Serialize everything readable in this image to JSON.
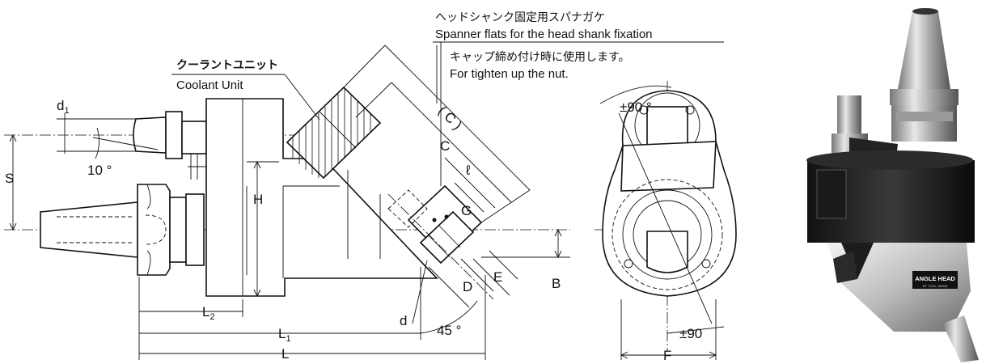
{
  "annotations": {
    "spanner_jp": "ヘッドシャンク固定用スパナガケ",
    "spanner_en": "Spanner flats for the head shank fixation",
    "cap_jp": "キャップ締め付け時に使用します。",
    "cap_en": "For tighten up the nut.",
    "coolant_jp": "クーラントユニット",
    "coolant_en": "Coolant Unit"
  },
  "dimensions": {
    "d1_main": "d",
    "d1_sub": "1",
    "angle_10": "10 °",
    "S": "S",
    "H": "H",
    "C_paren": "( C )",
    "C": "C",
    "l": "ℓ",
    "G": "G",
    "D": "D",
    "E": "E",
    "B": "B",
    "d": "d",
    "angle_45": "45 °",
    "L2_main": "L",
    "L2_sub": "2",
    "L1_main": "L",
    "L1_sub": "1",
    "L": "L",
    "rot_top": "±90 °",
    "rot_bottom": "±90",
    "F": "F"
  },
  "photo": {
    "badge_text": "ANGLE HEAD",
    "badge_sub": "NT TOOL JAPAN"
  }
}
